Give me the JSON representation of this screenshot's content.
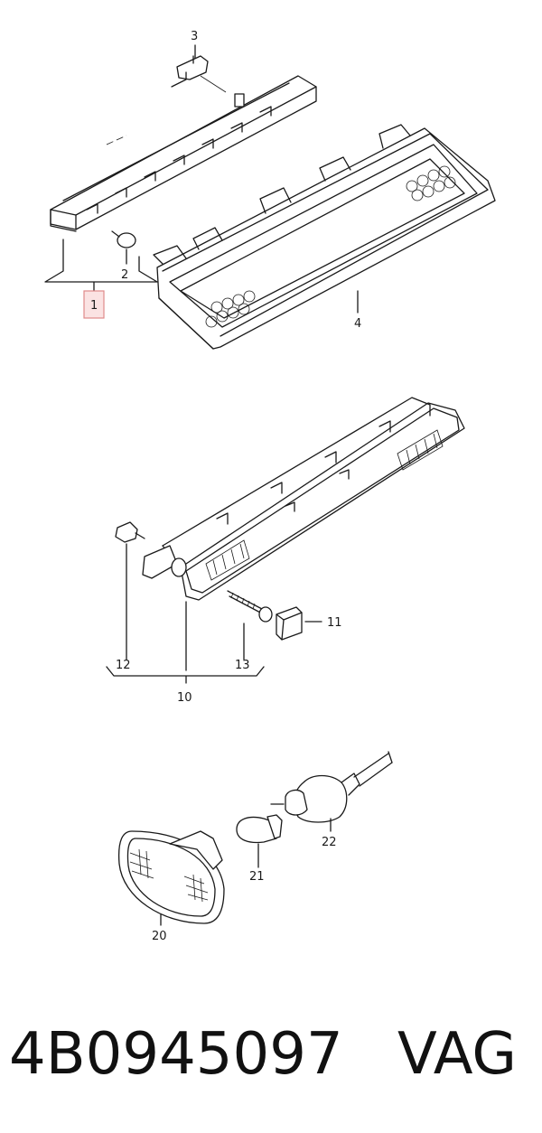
{
  "callouts": {
    "c1": "1",
    "c2": "2",
    "c3": "3",
    "c4": "4",
    "c10": "10",
    "c11": "11",
    "c12": "12",
    "c13": "13",
    "c20": "20",
    "c21": "21",
    "c22": "22"
  },
  "footer": {
    "part_number": "4B0945097",
    "brand": "VAG"
  },
  "colors": {
    "line": "#1a1a1a",
    "highlight_fill": "#fbe3e3",
    "highlight_stroke": "#e08a8a"
  }
}
